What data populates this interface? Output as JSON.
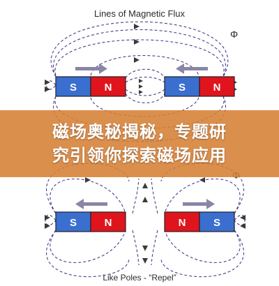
{
  "diagram": {
    "top_title": "Lines of Magnetic Flux",
    "flux_symbol": "Φ",
    "bottom_caption": "Like Poles - “Repel”",
    "top_magnets": {
      "left": {
        "left_pole": "S",
        "right_pole": "N"
      },
      "right": {
        "left_pole": "S",
        "right_pole": "N"
      }
    },
    "bottom_magnets": {
      "left": {
        "left_pole": "S",
        "right_pole": "N"
      },
      "right": {
        "left_pole": "N",
        "right_pole": "S"
      }
    },
    "colors": {
      "south_pole": "#3a6fd0",
      "north_pole": "#e0141c",
      "field_lines": "#4b3d8c",
      "direction_arrow": "#8a86a6"
    }
  },
  "banner": {
    "line1": "磁场奥秘揭秘，专题研",
    "line2": "究引领你探索磁场应用",
    "color": "#d67f34"
  }
}
